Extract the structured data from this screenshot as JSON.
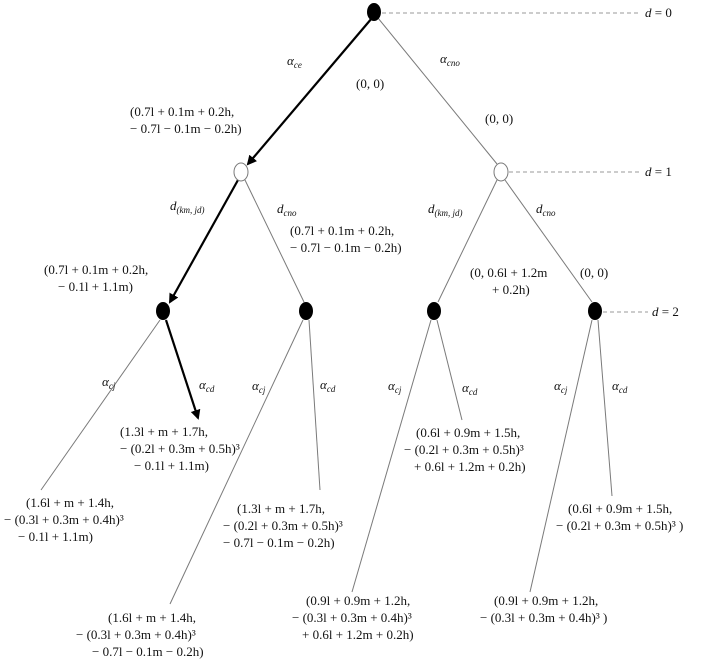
{
  "depths": [
    {
      "var": "d",
      "text": " = 0"
    },
    {
      "var": "d",
      "text": " = 1"
    },
    {
      "var": "d",
      "text": " = 2"
    }
  ],
  "edge_labels": {
    "root_left": {
      "main": "α",
      "sub": "ce"
    },
    "root_right": {
      "main": "α",
      "sub": "cno"
    },
    "n1_left": {
      "main": "d",
      "sub": "(km, jd)"
    },
    "n1_right": {
      "main": "d",
      "sub": "cno"
    },
    "n2_left": {
      "main": "d",
      "sub": "(km, jd)"
    },
    "n2_right": {
      "main": "d",
      "sub": "cno"
    },
    "c1": {
      "main": "α",
      "sub": "cj"
    },
    "c2": {
      "main": "α",
      "sub": "cd"
    },
    "c3": {
      "main": "α",
      "sub": "cj"
    },
    "c4": {
      "main": "α",
      "sub": "cd"
    },
    "c5": {
      "main": "α",
      "sub": "cj"
    },
    "c6": {
      "main": "α",
      "sub": "cd"
    },
    "c7": {
      "main": "α",
      "sub": "cj"
    },
    "c8": {
      "main": "α",
      "sub": "cd"
    }
  },
  "payoffs": {
    "p_root_right_mid": [
      "(0, 0)"
    ],
    "p_root_right": [
      "(0, 0)"
    ],
    "p_root_left": [
      "(0.7l + 0.1m + 0.2h,",
      "− 0.7l −  0.1m −  0.2h)"
    ],
    "p_n1_right": [
      "(0.7l + 0.1m + 0.2h,",
      "− 0.7l − 0.1m − 0.2h)"
    ],
    "p_n1_left": [
      "(0.7l + 0.1m + 0.2h,",
      "−  0.1l + 1.1m)"
    ],
    "p_n2_left": [
      "(0, 0.6l + 1.2m",
      "+ 0.2h)"
    ],
    "p_n2_right": [
      "(0, 0)"
    ],
    "leaf_cd_1": [
      "(1.3l + m + 1.7h,",
      "− (0.2l + 0.3m  + 0.5h)³",
      "−  0.1l  + 1.1m)"
    ],
    "leaf_cj_1": [
      "(1.6l + m + 1.4h,",
      "− (0.3l + 0.3m + 0.4h)³",
      "−  0.1l  + 1.1m)"
    ],
    "leaf_cd_2": [
      "(1.3l + m + 1.7h,",
      "− (0.2l + 0.3m + 0.5h)³",
      "− 0.7l − 0.1m − 0.2h)"
    ],
    "leaf_cj_2": [
      "(1.6l + m + 1.4h,",
      "−  (0.3l  + 0.3m + 0.4h)³",
      "− 0.7l − 0.1m − 0.2h)"
    ],
    "leaf_cd_3": [
      "(0.6l + 0.9m + 1.5h,",
      "−  (0.2l + 0.3m + 0.5h)³",
      "+ 0.6l  + 1.2m + 0.2h)"
    ],
    "leaf_cj_3": [
      "(0.9l + 0.9m + 1.2h,",
      "−  (0.3l  + 0.3m + 0.4h)³",
      "+ 0.6l  + 1.2m + 0.2h)"
    ],
    "leaf_cd_4": [
      "(0.6l + 0.9m + 1.5h,",
      "−  (0.2l  + 0.3m + 0.5h)³ )"
    ],
    "leaf_cj_4": [
      "(0.9l + 0.9m + 1.2h,",
      "−  (0.3l  + 0.3m + 0.4h)³ )"
    ]
  },
  "colors": {
    "line": "#7a7a7a",
    "bold": "#000000",
    "node_fill": "#000000",
    "node_open": "#ffffff",
    "dash": "#9a9a9a"
  }
}
